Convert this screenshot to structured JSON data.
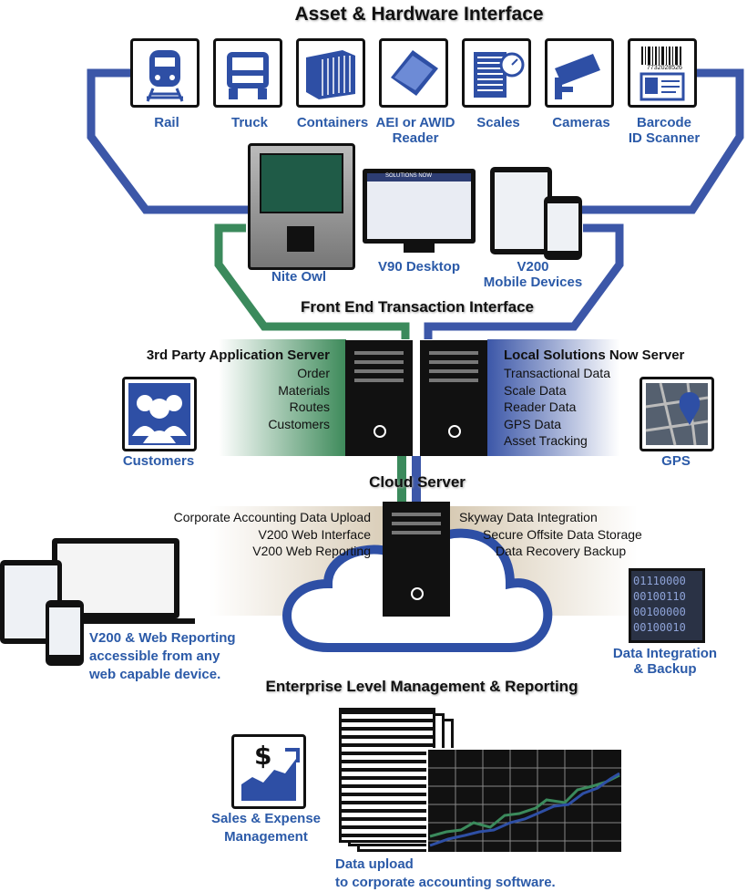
{
  "titles": {
    "asset": "Asset & Hardware Interface",
    "front_end": "Front End Transaction Interface",
    "cloud": "Cloud Server",
    "enterprise": "Enterprise Level Management & Reporting"
  },
  "assets": [
    {
      "label": "Rail",
      "icon": "train-icon"
    },
    {
      "label": "Truck",
      "icon": "truck-icon"
    },
    {
      "label": "Containers",
      "icon": "container-icon"
    },
    {
      "label": "AEI or AWID\nReader",
      "icon": "reader-icon"
    },
    {
      "label": "Scales",
      "icon": "scale-icon"
    },
    {
      "label": "Cameras",
      "icon": "camera-icon"
    },
    {
      "label": "Barcode\nID Scanner",
      "icon": "barcode-icon"
    }
  ],
  "barcode_number": "7732028526",
  "devices": {
    "nite_owl": "Nite Owl",
    "v90": "V90 Desktop",
    "v200": "V200\nMobile Devices",
    "screen_brand": "SOLUTIONS NOW"
  },
  "third_party": {
    "title": "3rd Party Application Server",
    "items": [
      "Order",
      "Materials",
      "Routes",
      "Customers"
    ]
  },
  "local_server": {
    "title": "Local Solutions Now Server",
    "items": [
      "Transactional Data",
      "Scale Data",
      "Reader Data",
      "GPS Data",
      "Asset Tracking"
    ]
  },
  "customers_label": "Customers",
  "gps_label": "GPS",
  "cloud_left": [
    "Corporate Accounting Data Upload",
    "V200 Web Interface",
    "V200 Web Reporting"
  ],
  "cloud_right": [
    "Skyway Data Integration",
    "Secure Offsite Data Storage",
    "Data Recovery Backup"
  ],
  "web_reporting": "V200 & Web Reporting\naccessible from any\nweb capable device.",
  "data_integration": "Data Integration\n& Backup",
  "binary_text": "01110000\n00100110\n00100000\n00100010",
  "sales": "Sales & Expense\nManagement",
  "upload": "Data upload\nto corporate accounting software.",
  "colors": {
    "blue": "#3c57a8",
    "green": "#3b8a5c",
    "label_blue": "#2b5aa8"
  }
}
